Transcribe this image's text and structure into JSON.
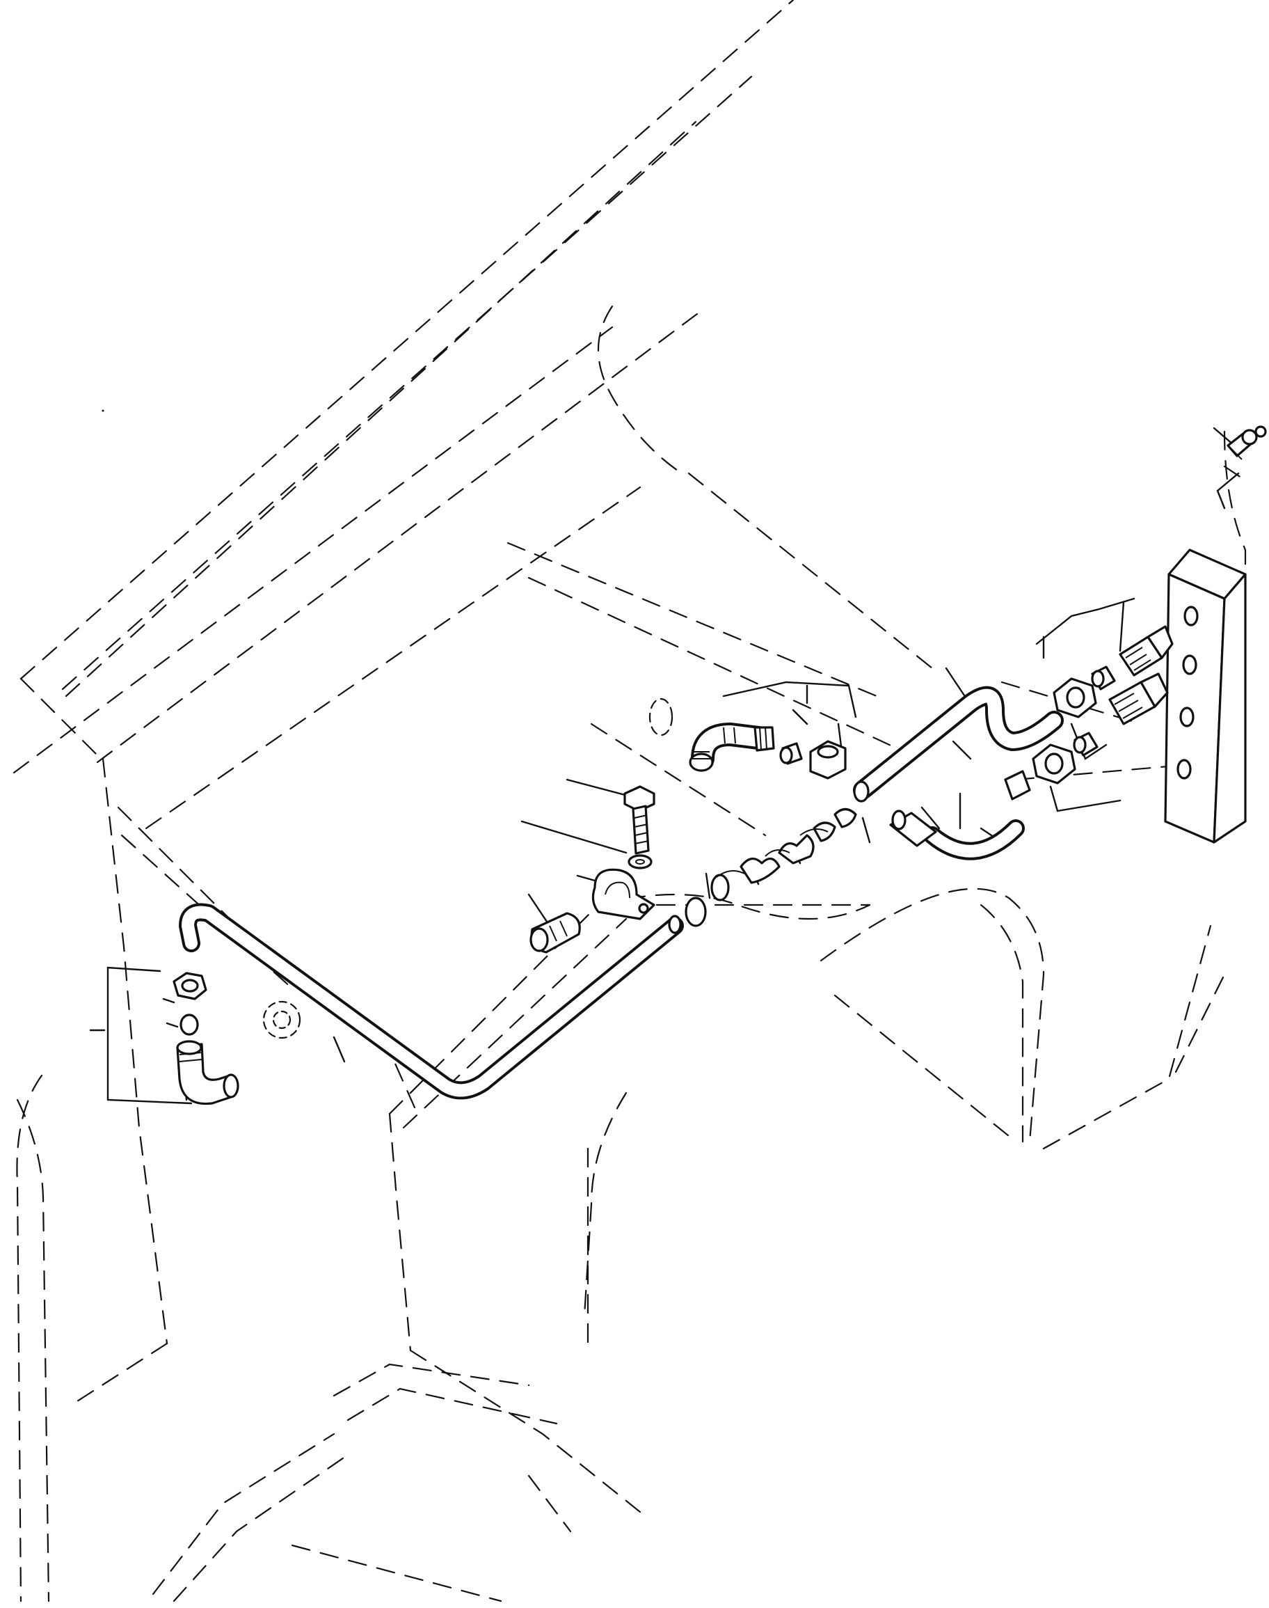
{
  "diagram": {
    "kind": "exploded-parts-illustration",
    "line_color": "#111111",
    "background": "#ffffff",
    "parts": [
      {
        "id": "bleeder-screw",
        "icon": "bleeder-screw-icon"
      },
      {
        "id": "junction-block",
        "icon": "junction-block-icon"
      },
      {
        "id": "upper-adapter",
        "icon": "adapter-fitting-icon"
      },
      {
        "id": "lower-adapter",
        "icon": "adapter-fitting-icon"
      },
      {
        "id": "upper-tube-nut",
        "icon": "hex-nut-icon"
      },
      {
        "id": "lower-tube-nut",
        "icon": "hex-nut-icon"
      },
      {
        "id": "upper-sleeve",
        "icon": "sleeve-icon"
      },
      {
        "id": "lower-sleeve",
        "icon": "sleeve-icon"
      },
      {
        "id": "upper-bent-tube",
        "icon": "tube-icon"
      },
      {
        "id": "lower-hose",
        "icon": "hose-icon"
      },
      {
        "id": "elbow-fitting",
        "icon": "elbow-icon"
      },
      {
        "id": "elbow-sleeve",
        "icon": "sleeve-icon"
      },
      {
        "id": "elbow-nut",
        "icon": "hex-nut-icon"
      },
      {
        "id": "spring-guard",
        "icon": "spring-icon"
      },
      {
        "id": "cap-screw",
        "icon": "bolt-icon"
      },
      {
        "id": "lock-washer",
        "icon": "washer-icon"
      },
      {
        "id": "p-clamp",
        "icon": "clamp-icon"
      },
      {
        "id": "grommet",
        "icon": "grommet-icon"
      },
      {
        "id": "long-brake-tube",
        "icon": "tube-icon"
      },
      {
        "id": "end-nut",
        "icon": "hex-nut-icon"
      },
      {
        "id": "end-sleeve",
        "icon": "sleeve-icon"
      },
      {
        "id": "end-elbow",
        "icon": "elbow-icon"
      }
    ]
  }
}
